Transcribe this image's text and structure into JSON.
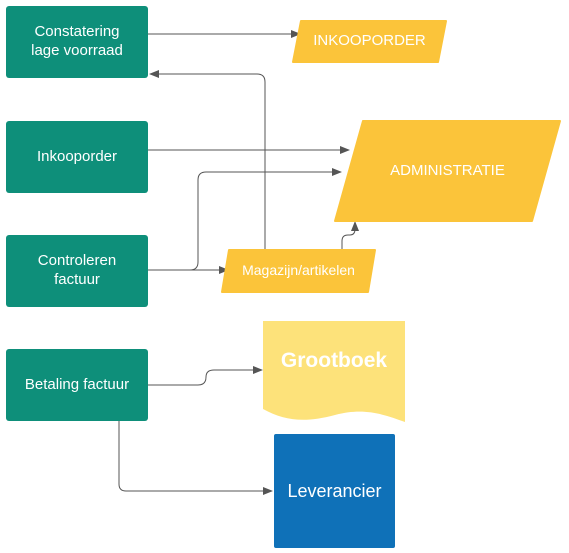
{
  "colors": {
    "process": "#0e8f7a",
    "document_shape": "#fbc43a",
    "grootboek": "#fde27a",
    "leverancier": "#0f71b8",
    "arrow": "#555555",
    "text": "#ffffff"
  },
  "nodes": {
    "constatering": {
      "line1": "Constatering",
      "line2": "lage voorraad"
    },
    "inkooporder_process": {
      "label": "Inkooporder"
    },
    "controleren": {
      "line1": "Controleren",
      "line2": "factuur"
    },
    "betaling": {
      "label": "Betaling factuur"
    },
    "inkooporder_doc": {
      "label": "INKOOPORDER"
    },
    "administratie": {
      "label": "ADMINISTRATIE"
    },
    "magazijn": {
      "label": "Magazijn/artikelen"
    },
    "grootboek": {
      "label": "Grootboek"
    },
    "leverancier": {
      "label": "Leverancier"
    }
  }
}
